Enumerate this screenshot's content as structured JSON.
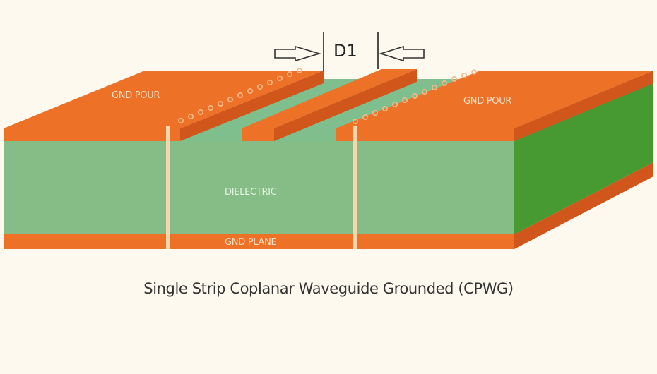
{
  "diagram": {
    "title": "Single Strip Coplanar Waveguide Grounded (CPWG)",
    "dimension_label": "D1",
    "labels": {
      "gnd_pour_left": "GND POUR",
      "gnd_pour_right": "GND POUR",
      "dielectric": "DIELECTRIC",
      "gnd_plane": "GND PLANE"
    },
    "components": [
      {
        "id": "gnd-pour-left",
        "type": "copper ground pour",
        "position": "top-left"
      },
      {
        "id": "signal-strip",
        "type": "copper signal trace",
        "position": "top-center"
      },
      {
        "id": "gnd-pour-right",
        "type": "copper ground pour",
        "position": "top-right"
      },
      {
        "id": "dielectric",
        "type": "substrate",
        "position": "middle"
      },
      {
        "id": "gnd-plane",
        "type": "copper ground plane",
        "position": "bottom"
      },
      {
        "id": "via-left",
        "type": "via stitching",
        "position": "left pour edge"
      },
      {
        "id": "via-right",
        "type": "via stitching",
        "position": "right pour edge"
      }
    ],
    "colors": {
      "background": "#fdf9ee",
      "copper_top": "#ee7128",
      "copper_side": "#d1561b",
      "dielectric_front": "#86bd86",
      "dielectric_top": "#7fbf8e",
      "dielectric_side": "#479a32",
      "via": "#f6d6ad",
      "label_text": "#f6dfc4",
      "caption_text": "#333333"
    }
  }
}
